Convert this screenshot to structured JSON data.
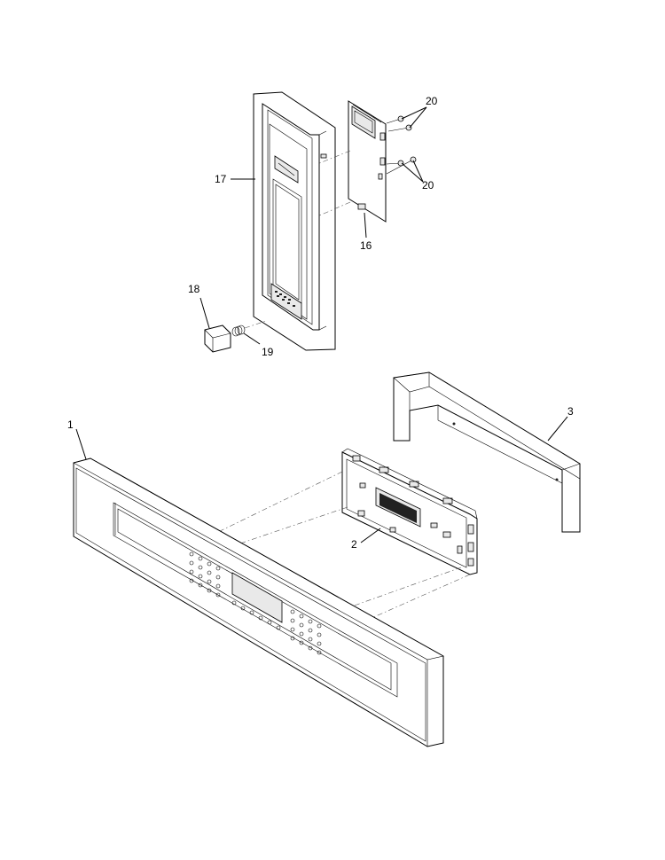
{
  "callouts": {
    "p1": "1",
    "p2": "2",
    "p3": "3",
    "p16": "16",
    "p17": "17",
    "p18": "18",
    "p19": "19",
    "p20a": "20",
    "p20b": "20"
  }
}
